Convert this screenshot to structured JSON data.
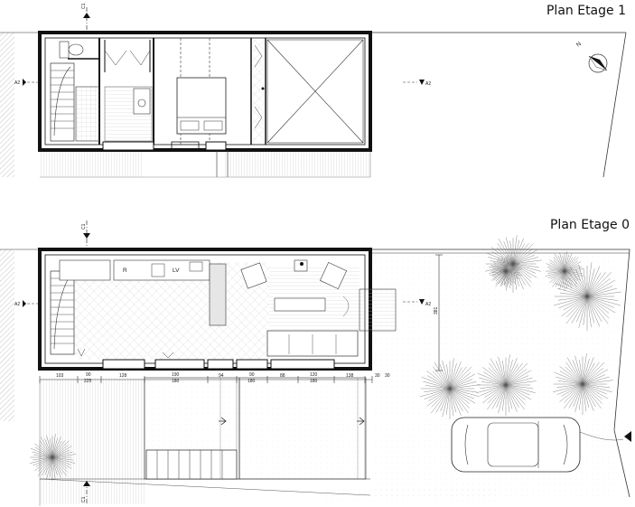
{
  "floor1": {
    "title": "Plan Etage 1"
  },
  "floor0": {
    "title": "Plan Etage 0"
  },
  "section_marks": {
    "c1": "C1",
    "a2": "A2"
  },
  "compass": {
    "north": "N"
  },
  "room_labels": {
    "fridge": "R",
    "dishwasher": "LV"
  },
  "dimensions_bottom": [
    "103",
    "90",
    "225",
    "128",
    "190",
    "180",
    "94",
    "90",
    "180",
    "88",
    "120",
    "180",
    "138",
    "30",
    "30"
  ],
  "dimension_side": "381"
}
